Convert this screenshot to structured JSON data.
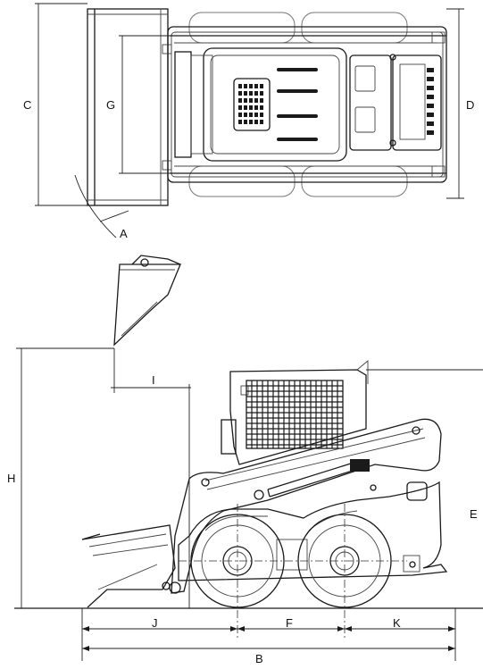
{
  "dimension_labels": {
    "A": "A",
    "B": "B",
    "C": "C",
    "D": "D",
    "E": "E",
    "F": "F",
    "G": "G",
    "H": "H",
    "I": "I",
    "J": "J",
    "K": "K"
  }
}
